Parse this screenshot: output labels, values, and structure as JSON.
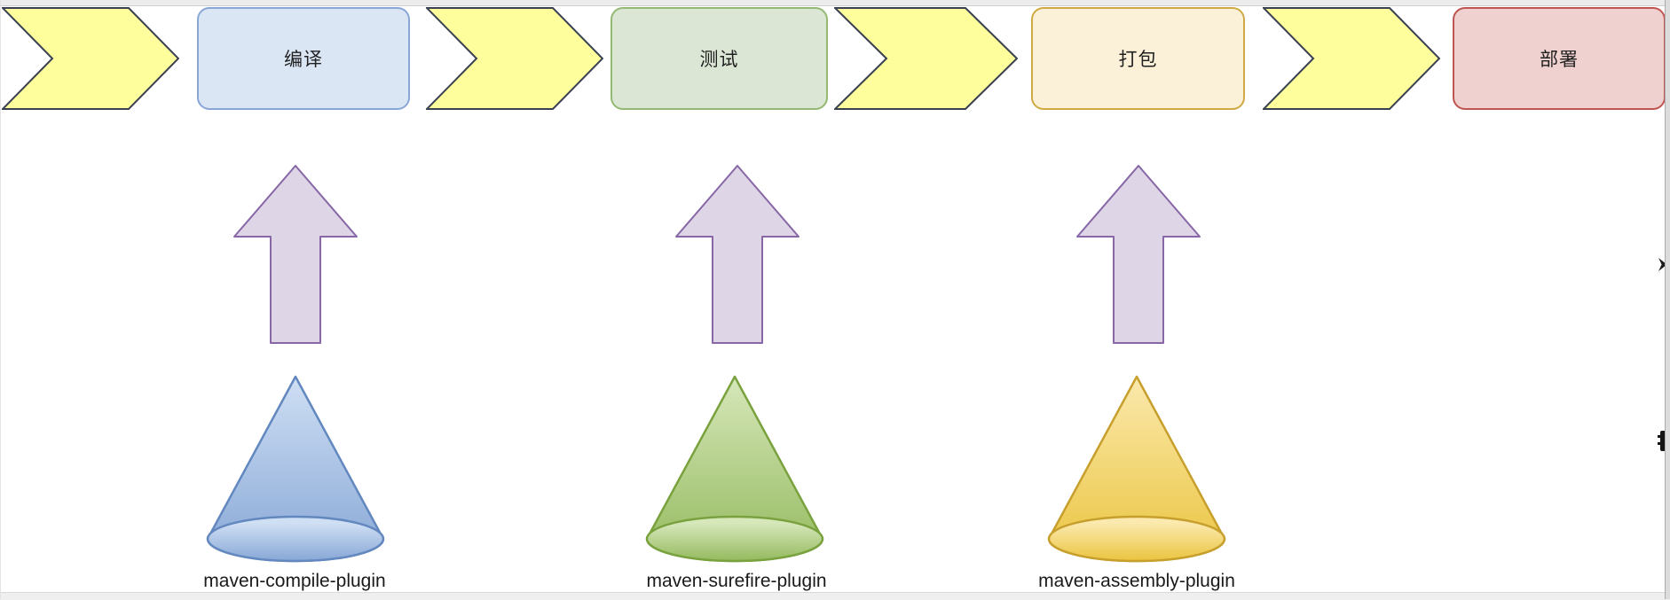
{
  "pipeline": {
    "stages": [
      {
        "label": "编译",
        "fill": "#dbe6f5",
        "stroke": "#89a7d6"
      },
      {
        "label": "测试",
        "fill": "#dbe6d5",
        "stroke": "#94b973"
      },
      {
        "label": "打包",
        "fill": "#fbf1d8",
        "stroke": "#cfa943"
      },
      {
        "label": "部署",
        "fill": "#efd1cf",
        "stroke": "#bf5552"
      }
    ],
    "chevron": {
      "fill": "#feff9c",
      "stroke": "#3a4150"
    },
    "up_arrow": {
      "fill": "#ded5e7",
      "stroke": "#8767a6"
    }
  },
  "plugins": [
    {
      "label": "maven-compile-plugin",
      "cone_light": "#cfdff4",
      "cone_dark": "#87a7d6",
      "stroke": "#6288bf"
    },
    {
      "label": "maven-surefire-plugin",
      "cone_light": "#d6e7ba",
      "cone_dark": "#94ba5e",
      "stroke": "#79a23e"
    },
    {
      "label": "maven-assembly-plugin",
      "cone_light": "#fbe9ad",
      "cone_dark": "#eac43f",
      "stroke": "#c79f2d"
    }
  ]
}
